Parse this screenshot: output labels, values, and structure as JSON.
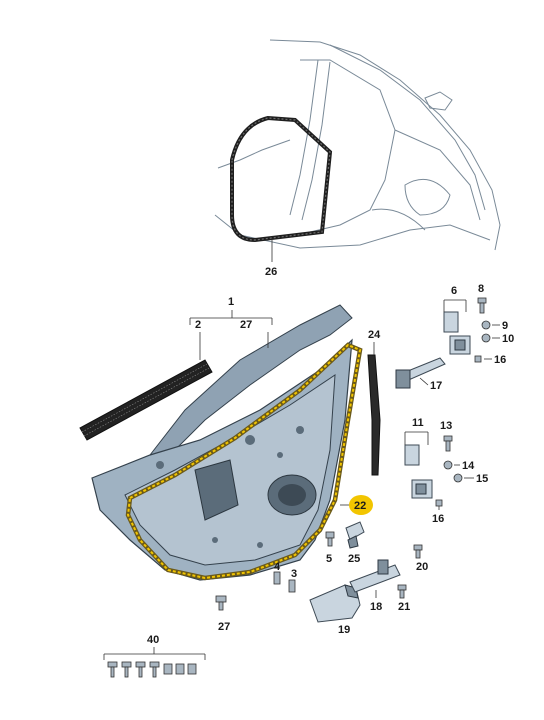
{
  "colors": {
    "highlight": "#f2c500",
    "part_fill": "#c9d5df",
    "door_fill": "#9fb2c2",
    "outline": "#34414c"
  },
  "labels": {
    "l1": "1",
    "l2": "2",
    "l3": "3",
    "l4": "4",
    "l5": "5",
    "l6": "6",
    "l8": "8",
    "l9": "9",
    "l10": "10",
    "l11": "11",
    "l13": "13",
    "l14": "14",
    "l15": "15",
    "l16a": "16",
    "l16b": "16",
    "l17": "17",
    "l18": "18",
    "l19": "19",
    "l20": "20",
    "l21": "21",
    "l22": "22",
    "l24": "24",
    "l25": "25",
    "l26": "26",
    "l27a": "27",
    "l27b": "27",
    "l40": "40"
  },
  "highlighted_part": "22"
}
